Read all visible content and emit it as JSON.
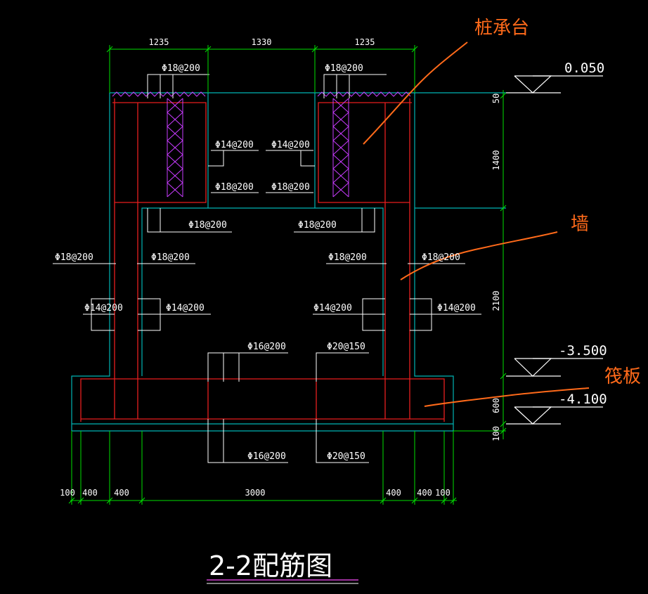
{
  "title": "2-2配筋图",
  "annotations": {
    "pile_cap": "桩承台",
    "wall": "墙",
    "raft": "筏板"
  },
  "elevations": [
    "0.050",
    "-3.500",
    "-4.100"
  ],
  "top_dims": [
    "1235",
    "1330",
    "1235"
  ],
  "bottom_dims": [
    "100",
    "400",
    "400",
    "3000",
    "400",
    "400",
    "100"
  ],
  "vertical_dims": [
    "50",
    "1400",
    "2100",
    "600",
    "100"
  ],
  "rebar_labels": {
    "cap_top_left": "Φ18@200",
    "cap_top_right": "Φ18@200",
    "cap_side_top_left": "Φ14@200",
    "cap_side_top_right": "Φ14@200",
    "cap_side_bot_left": "Φ18@200",
    "cap_side_bot_right": "Φ18@200",
    "cap_bottom_left": "Φ18@200",
    "cap_bottom_right": "Φ18@200",
    "wall_outer_left": "Φ18@200",
    "wall_inner_left": "Φ18@200",
    "wall_inner_right": "Φ18@200",
    "wall_outer_right": "Φ18@200",
    "wall_dist_outer_left": "Φ14@200",
    "wall_dist_inner_left": "Φ14@200",
    "wall_dist_inner_right": "Φ14@200",
    "wall_dist_outer_right": "Φ14@200",
    "raft_top_left": "Φ16@200",
    "raft_top_right": "Φ20@150",
    "raft_bot_left": "Φ16@200",
    "raft_bot_right": "Φ20@150"
  },
  "colors": {
    "background": "#000000",
    "concrete_outline": "#00b4b4",
    "rebar": "#e81e1e",
    "dimension": "#00e000",
    "pile_rebar": "#c83cff",
    "annotation": "#ff6a1a",
    "text": "#ffffff",
    "title_underline": "#d040d0"
  }
}
